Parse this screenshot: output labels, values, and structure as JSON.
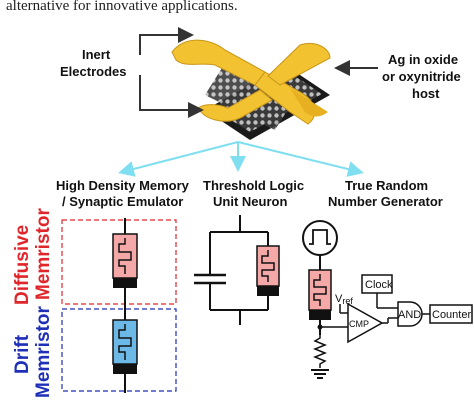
{
  "top_caption": "alternative for innovative applications.",
  "labels": {
    "inert_electrodes_line1": "Inert",
    "inert_electrodes_line2": "Electrodes",
    "ag_host_line1": "Ag in oxide",
    "ag_host_line2": "or oxynitride",
    "ag_host_line3": "host"
  },
  "applications": {
    "memory_line1": "High Density Memory",
    "memory_line2": "/ Synaptic Emulator",
    "threshold_line1": "Threshold Logic",
    "threshold_line2": "Unit Neuron",
    "trng_line1": "True Random",
    "trng_line2": "Number Generator"
  },
  "side_labels": {
    "diffusive_line1": "Diffusive",
    "diffusive_line2": "Memristor",
    "drift_line1": "Drift",
    "drift_line2": "Memristor"
  },
  "circuit": {
    "clock": "Clock",
    "and_gate": "AND",
    "counter": "Counter",
    "comparator": "CMP",
    "vref": "V",
    "vref_sub": "ref"
  },
  "colors": {
    "electrode_gold": "#f2c230",
    "diffusive_fill": "#f4a9a8",
    "drift_fill": "#6cb8e6",
    "diffusive_red": "#e0262b",
    "drift_blue": "#1f2fb8",
    "arrow_cyan": "#7fdff0"
  }
}
